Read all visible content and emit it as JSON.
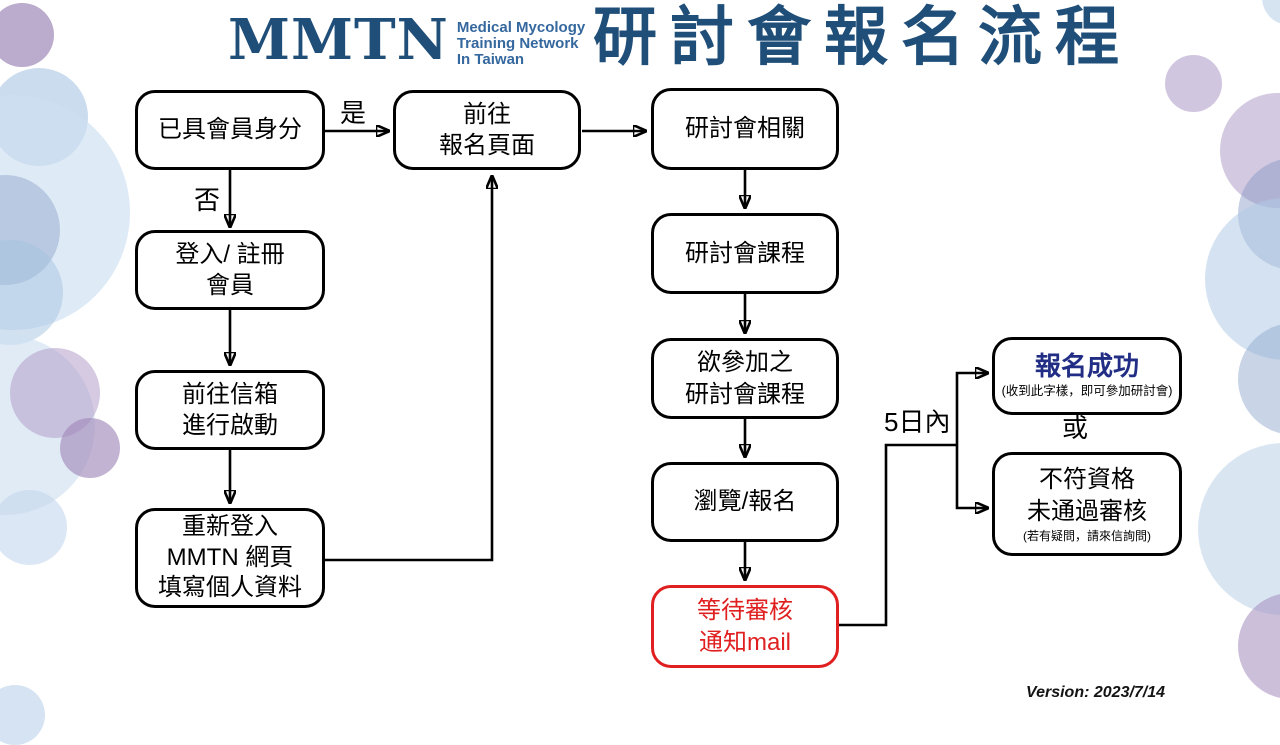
{
  "header": {
    "logo_text": "MMTN",
    "logo_subtitle_lines": [
      "Medical Mycology",
      "Training Network",
      "In Taiwan"
    ],
    "title": "研討會報名流程"
  },
  "colors": {
    "brand_navy": "#1F4E79",
    "logo_blue": "#35689E",
    "deep_blue": "#222E85",
    "alert_red": "#E02020"
  },
  "nodes": {
    "member_status": {
      "lines": [
        "已具會員身分"
      ]
    },
    "go_register_page": {
      "lines": [
        "前往",
        "報名頁面"
      ]
    },
    "seminar_related": {
      "lines": [
        "研討會相關"
      ]
    },
    "login_register": {
      "lines": [
        "登入/ 註冊",
        "會員"
      ]
    },
    "seminar_courses": {
      "lines": [
        "研討會課程"
      ]
    },
    "mailbox_activate": {
      "lines": [
        "前往信箱",
        "進行啟動"
      ]
    },
    "desired_course": {
      "lines": [
        "欲參加之",
        "研討會課程"
      ]
    },
    "relogin_fill": {
      "lines": [
        "重新登入",
        "MMTN 網頁",
        "填寫個人資料"
      ]
    },
    "browse_register": {
      "lines": [
        "瀏覽/報名"
      ]
    },
    "wait_review": {
      "lines": [
        "等待審核",
        "通知mail"
      ]
    },
    "register_success": {
      "title": "報名成功",
      "note": "(收到此字樣，即可參加研討會)"
    },
    "not_qualified": {
      "lines": [
        "不符資格",
        "未通過審核"
      ],
      "note": "(若有疑問，請來信詢問)"
    }
  },
  "edge_labels": {
    "yes": "是",
    "no": "否",
    "within_days": "5日內",
    "or": "或"
  },
  "footer": {
    "version": "Version: 2023/7/14"
  }
}
